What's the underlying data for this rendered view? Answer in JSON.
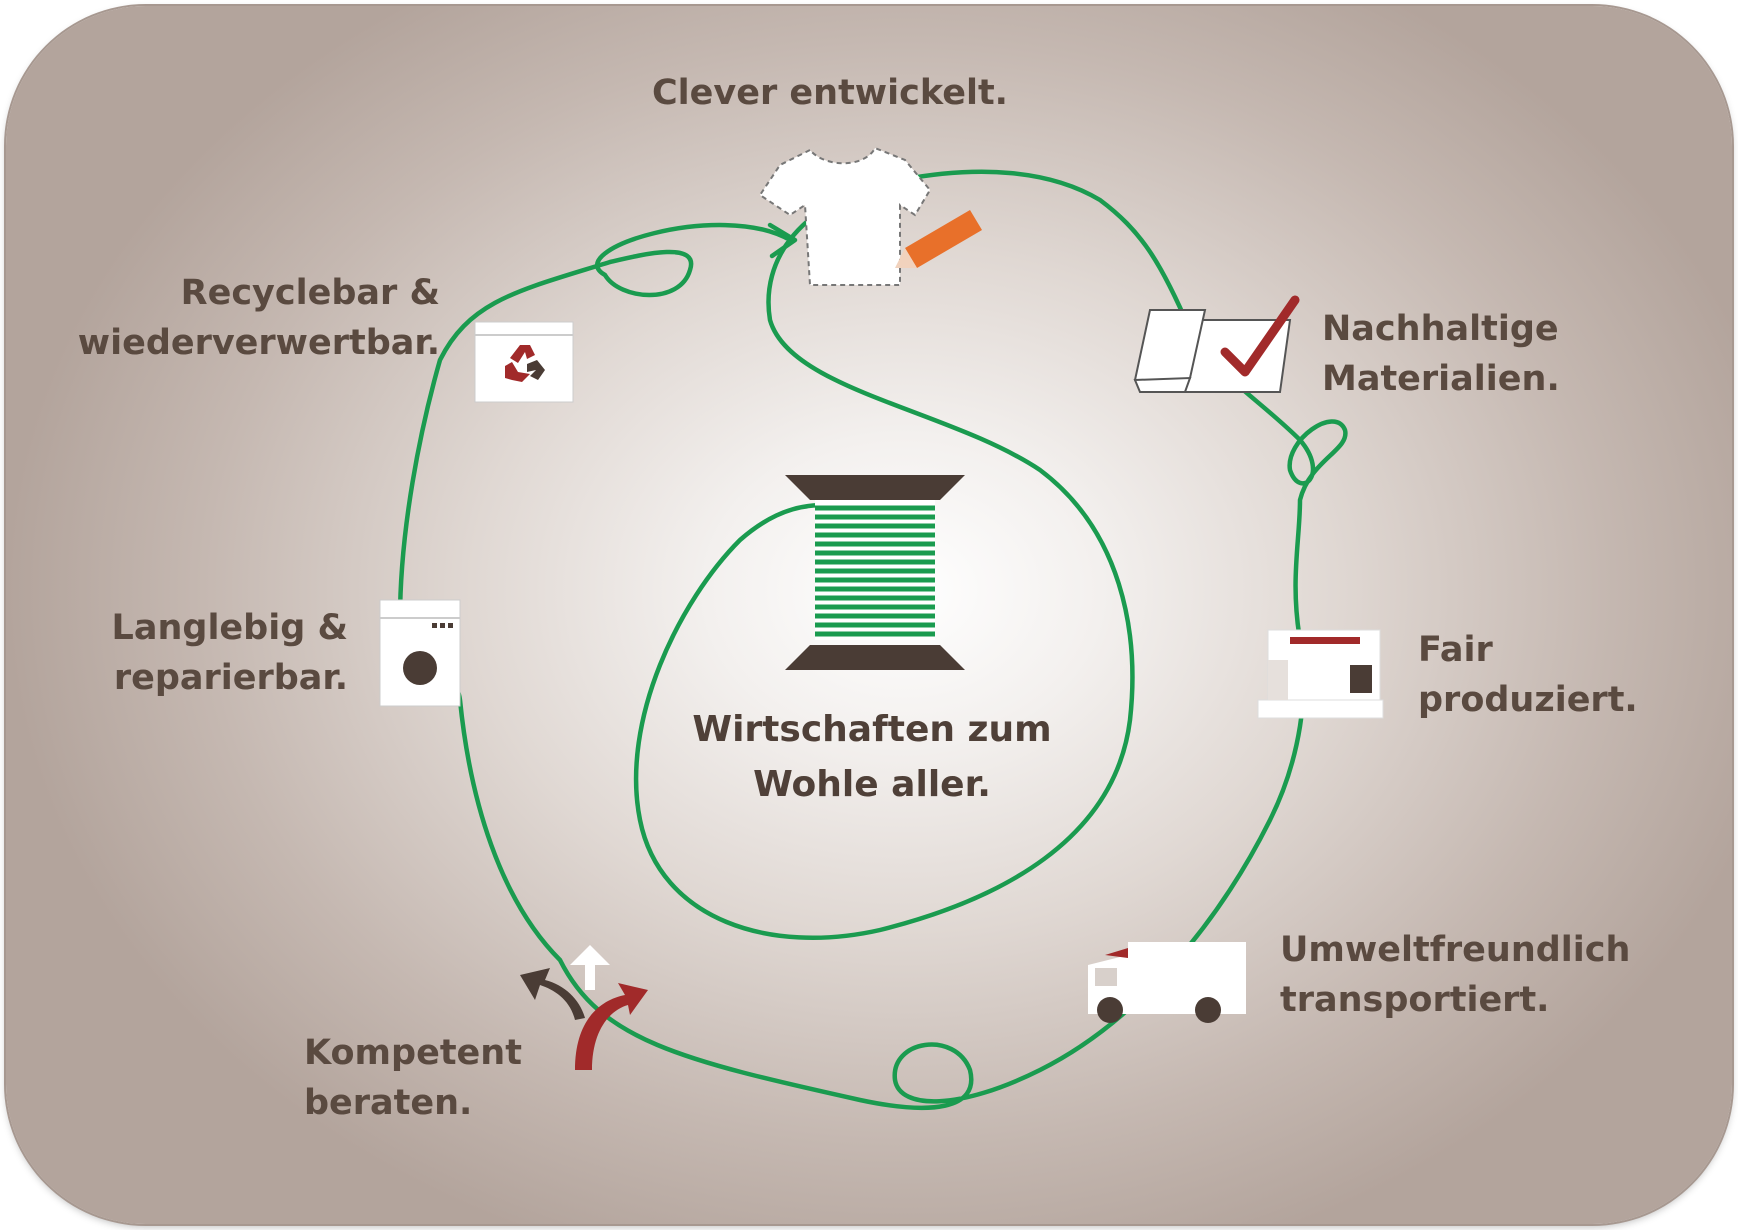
{
  "center": {
    "line1": "Wirtschaften zum",
    "line2": "Wohle aller."
  },
  "stages": {
    "clever": {
      "line1": "Clever entwickelt.",
      "icon": "tshirt-pencil-icon"
    },
    "materials": {
      "line1": "Nachhaltige",
      "line2": "Materialien.",
      "icon": "fabric-checkmark-icon"
    },
    "fair": {
      "line1": "Fair",
      "line2": "produziert.",
      "icon": "sewing-machine-icon"
    },
    "transport": {
      "line1": "Umweltfreundlich",
      "line2": "transportiert.",
      "icon": "truck-icon"
    },
    "advice": {
      "line1": "Kompetent",
      "line2": "beraten.",
      "icon": "direction-arrows-icon"
    },
    "durable": {
      "line1": "Langlebig &",
      "line2": "reparierbar.",
      "icon": "washing-machine-icon"
    },
    "recycle": {
      "line1": "Recyclebar &",
      "line2": "wiederverwertbar.",
      "icon": "recycling-bin-icon"
    }
  },
  "colors": {
    "thread": "#1a9b4f",
    "text": "#5a4a40",
    "accent_red": "#a12a2a",
    "accent_orange": "#e8702a",
    "spool_brown": "#4a3c35",
    "icon_white": "#ffffff"
  }
}
